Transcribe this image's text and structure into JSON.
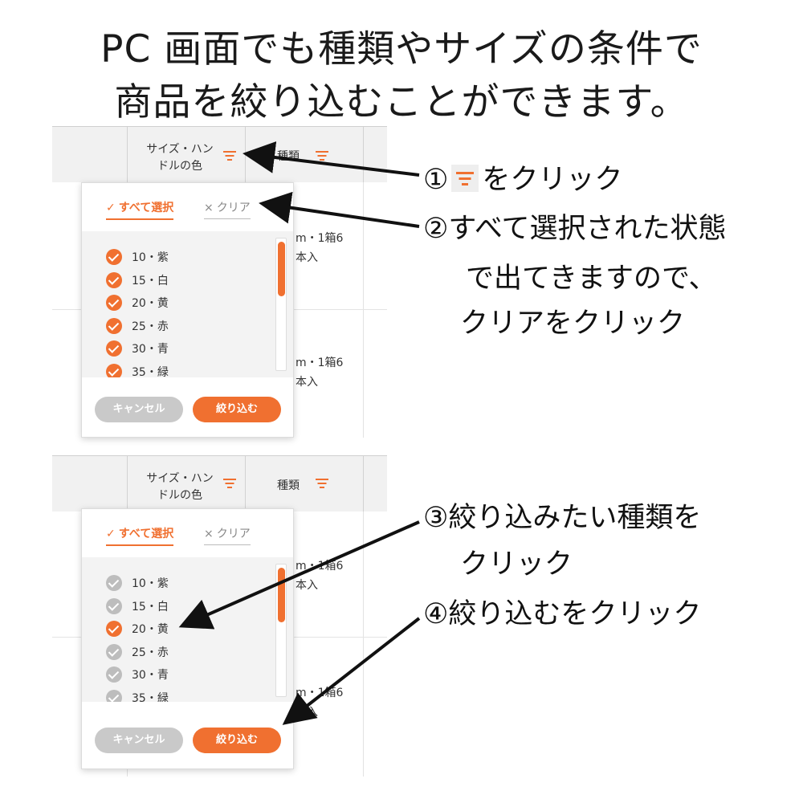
{
  "title": {
    "line1": "PC 画面でも種類やサイズの条件で",
    "line2": "商品を絞り込むことができます。"
  },
  "table": {
    "col_size_line1": "サイズ・ハン",
    "col_size_line2": "ドルの色",
    "col_kind": "種類",
    "cell_line1": "m・1箱6",
    "cell_line2": "本入",
    "filter_icon": "filter-icon"
  },
  "popup": {
    "select_all_label": "すべて選択",
    "clear_label": "クリア",
    "cancel_label": "キャンセル",
    "apply_label": "絞り込む",
    "items": [
      "10・紫",
      "15・白",
      "20・黄",
      "25・赤",
      "30・青",
      "35・緑"
    ]
  },
  "popup1_checked": [
    true,
    true,
    true,
    true,
    true,
    true
  ],
  "popup2_checked": [
    false,
    false,
    true,
    false,
    false,
    false
  ],
  "notes": {
    "step1_num": "①",
    "step1_text": "をクリック",
    "step2_line1": "②すべて選択された状態",
    "step2_line2": "で出てきますので、",
    "step2_line3": "クリアをクリック",
    "step3_line1": "③絞り込みたい種類を",
    "step3_line2": "クリック",
    "step4_line1": "④絞り込むをクリック"
  },
  "colors": {
    "accent": "#f07030",
    "checkbox_off": "#bdbdbd",
    "cancel_button": "#c9c9c9",
    "header_bg": "#f1f1f1"
  }
}
